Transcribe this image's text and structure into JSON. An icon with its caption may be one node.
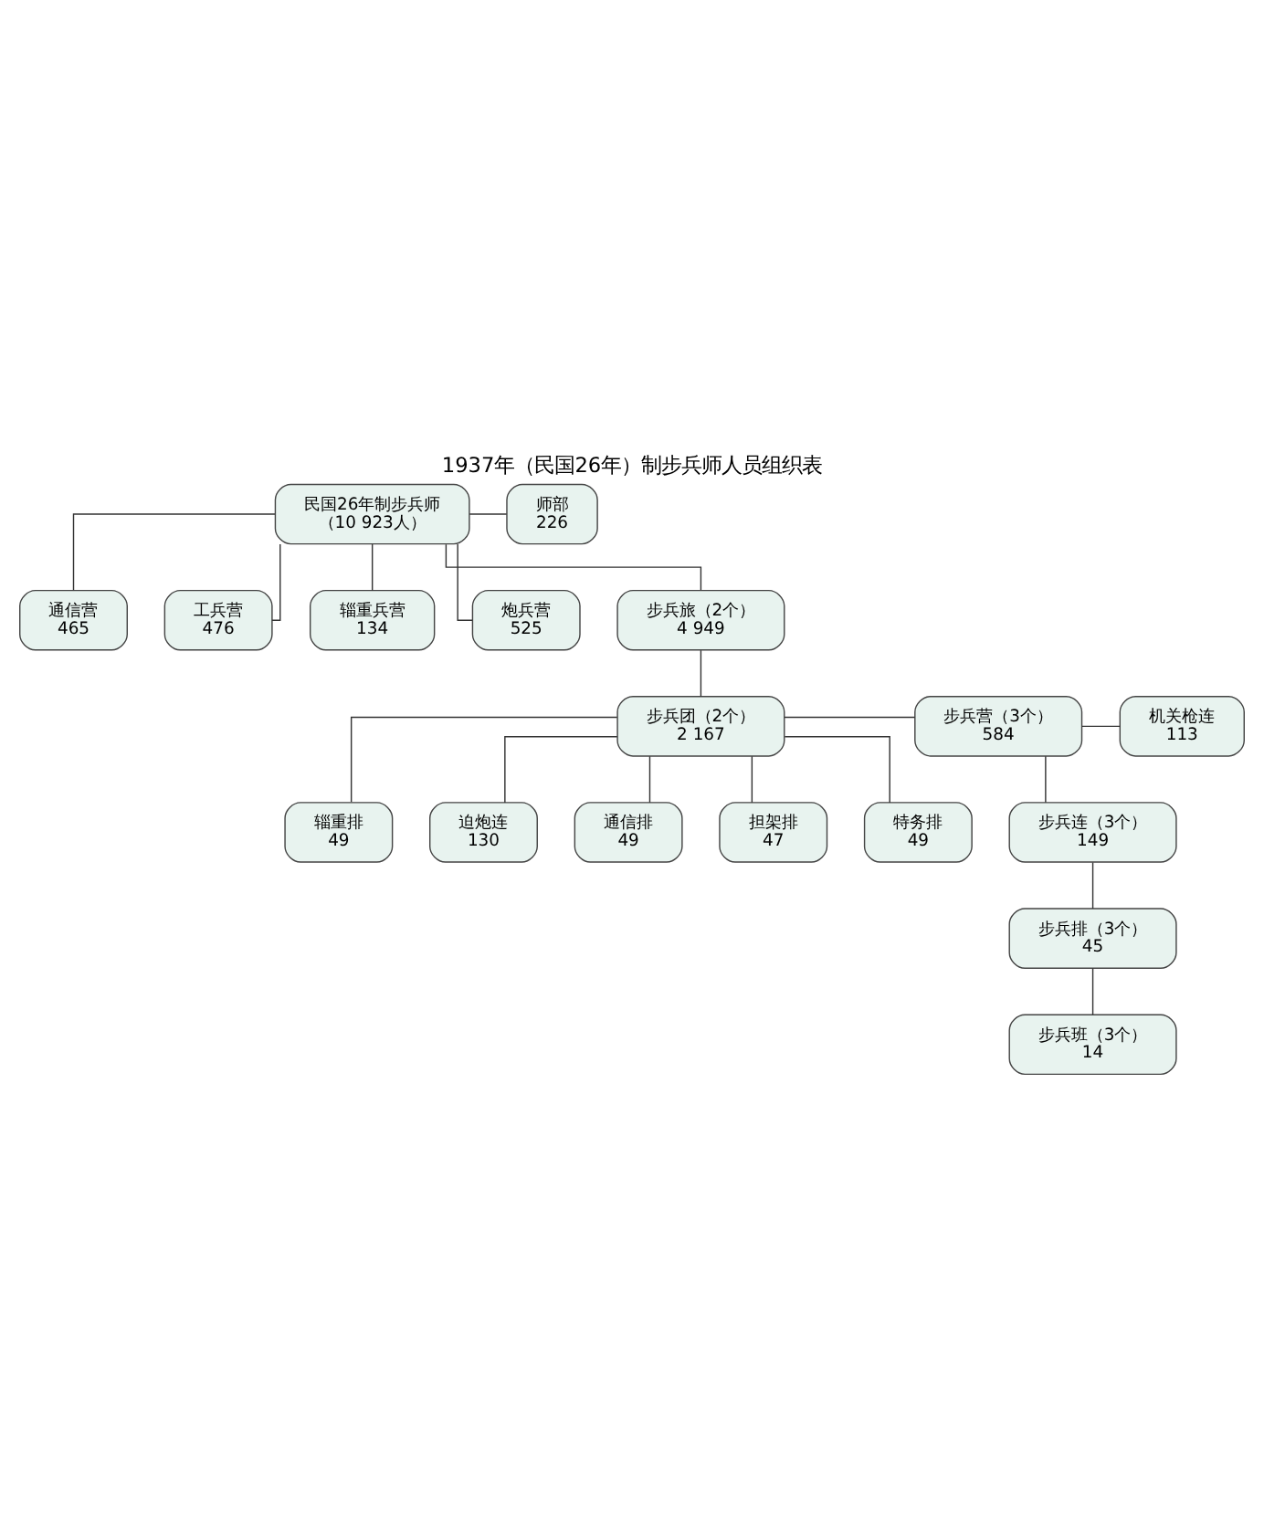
{
  "diagram": {
    "title": "1937年（民国26年）制步兵师人员组织表",
    "nodes": [
      {
        "text": [
          "民国26年制步兵师",
          "（10 923人）"
        ]
      },
      {
        "text": [
          "师部",
          "226"
        ]
      },
      {
        "text": [
          "通信营",
          "465"
        ]
      },
      {
        "text": [
          "工兵营",
          "476"
        ]
      },
      {
        "text": [
          "辎重兵营",
          "134"
        ]
      },
      {
        "text": [
          "炮兵营",
          "525"
        ]
      },
      {
        "text": [
          "步兵旅（2个）",
          "4 949"
        ]
      },
      {
        "text": [
          "步兵团（2个）",
          "2 167"
        ]
      },
      {
        "text": [
          "步兵营（3个）",
          "584"
        ]
      },
      {
        "text": [
          "机关枪连",
          "113"
        ]
      },
      {
        "text": [
          "辎重排",
          "49"
        ]
      },
      {
        "text": [
          "迫炮连",
          "130"
        ]
      },
      {
        "text": [
          "通信排",
          "49"
        ]
      },
      {
        "text": [
          "担架排",
          "47"
        ]
      },
      {
        "text": [
          "特务排",
          "49"
        ]
      },
      {
        "text": [
          "步兵连（3个）",
          "149"
        ]
      },
      {
        "text": [
          "步兵排（3个）",
          "45"
        ]
      },
      {
        "text": [
          "步兵班（3个）",
          "14"
        ]
      }
    ],
    "edges": [
      {
        "from": 0,
        "to": 1,
        "arrow": "none"
      },
      {
        "from": 0,
        "to": 2,
        "arrow": "none"
      },
      {
        "from": 0,
        "to": 3,
        "arrow": "none"
      },
      {
        "from": 0,
        "to": 4,
        "arrow": "none"
      },
      {
        "from": 0,
        "to": 5,
        "arrow": "none"
      },
      {
        "from": 0,
        "to": 6,
        "arrow": "none"
      },
      {
        "from": 6,
        "to": 7,
        "arrow": "none"
      },
      {
        "from": 7,
        "to": 8,
        "arrow": "none"
      },
      {
        "from": 8,
        "to": 9,
        "arrow": "none"
      },
      {
        "from": 7,
        "to": 10,
        "arrow": "none"
      },
      {
        "from": 7,
        "to": 11,
        "arrow": "none"
      },
      {
        "from": 7,
        "to": 12,
        "arrow": "none"
      },
      {
        "from": 7,
        "to": 13,
        "arrow": "none"
      },
      {
        "from": 7,
        "to": 14,
        "arrow": "none"
      },
      {
        "from": 8,
        "to": 15,
        "arrow": "none"
      },
      {
        "from": 15,
        "to": 16,
        "arrow": "none"
      },
      {
        "from": 16,
        "to": 17,
        "arrow": "none"
      }
    ]
  }
}
